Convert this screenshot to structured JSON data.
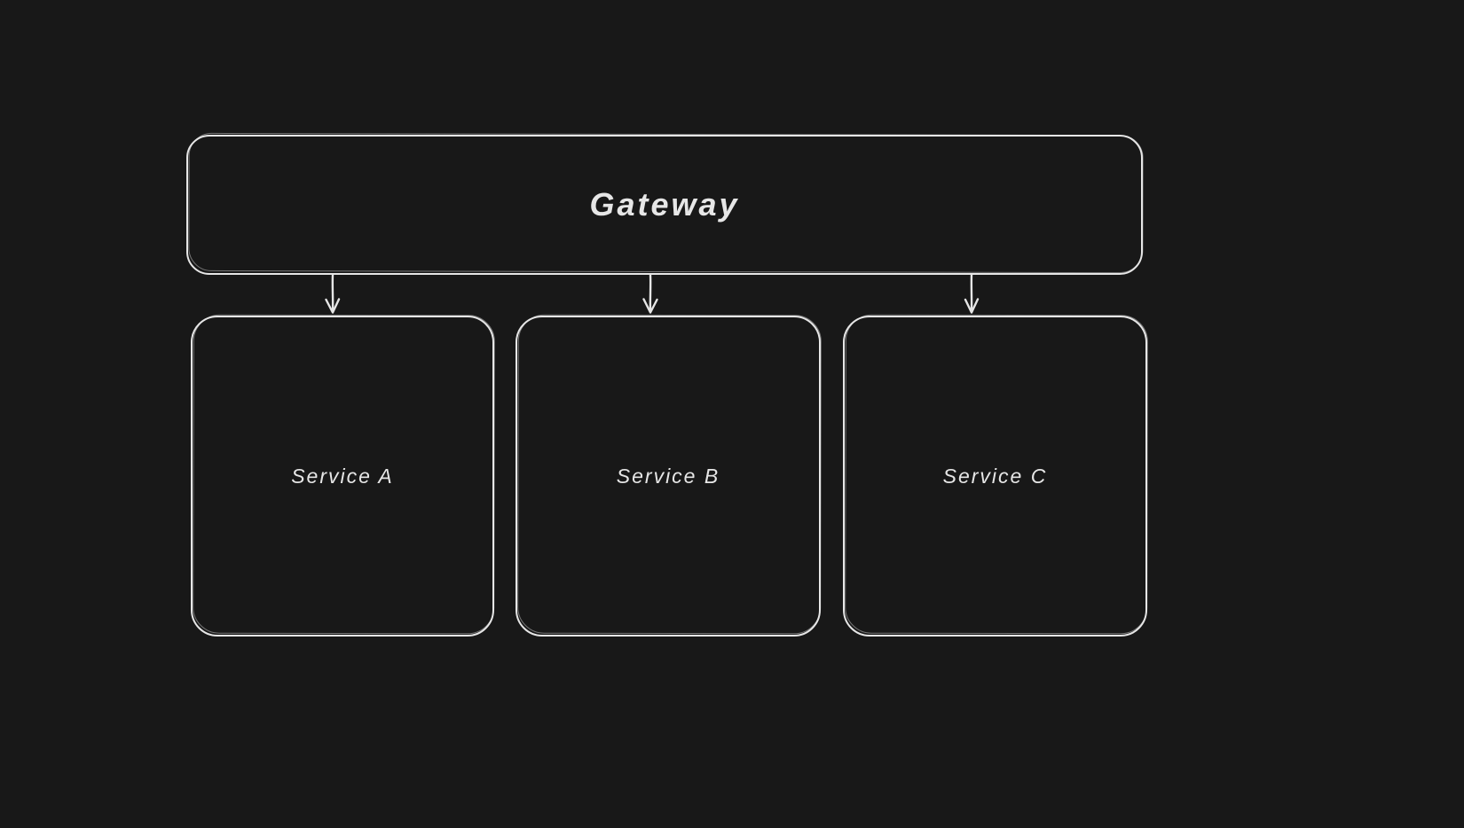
{
  "colors": {
    "background": "#181818",
    "stroke": "#e6e6e6",
    "text": "#e6e6e6"
  },
  "diagram": {
    "nodes": {
      "gateway": {
        "label": "Gateway"
      },
      "service_a": {
        "label": "Service A"
      },
      "service_b": {
        "label": "Service B"
      },
      "service_c": {
        "label": "Service C"
      }
    },
    "edges": [
      {
        "from": "Gateway",
        "to": "Service A",
        "direction": "down"
      },
      {
        "from": "Gateway",
        "to": "Service B",
        "direction": "down"
      },
      {
        "from": "Gateway",
        "to": "Service C",
        "direction": "down"
      }
    ]
  }
}
